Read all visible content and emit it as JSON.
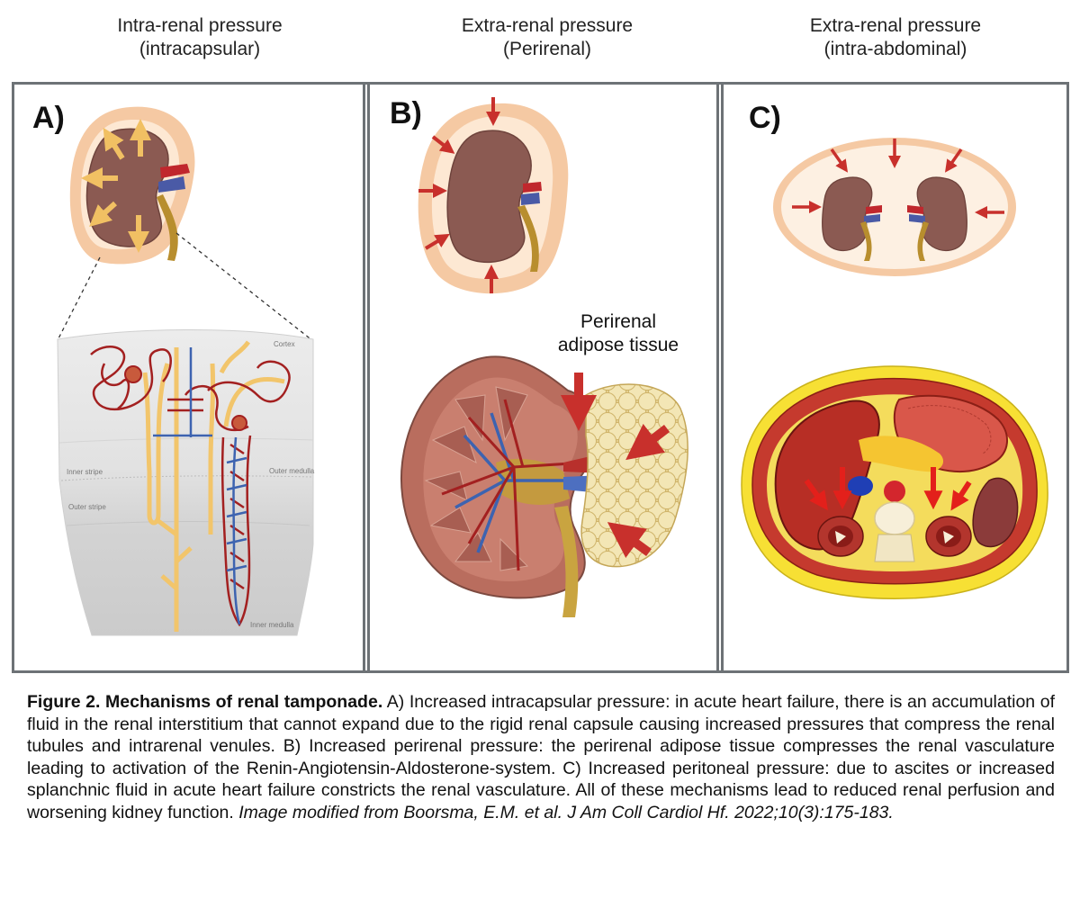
{
  "panels": [
    {
      "header_line1": "Intra-renal pressure",
      "header_line2": "(intracapsular)",
      "letter": "A)"
    },
    {
      "header_line1": "Extra-renal pressure",
      "header_line2": "(Perirenal)",
      "letter": "B)"
    },
    {
      "header_line1": "Extra-renal pressure",
      "header_line2": "(intra-abdominal)",
      "letter": "C)"
    }
  ],
  "nephron_labels": {
    "cortex": "Cortex",
    "inner_stripe": "Inner stripe",
    "outer_medulla": "Outer medulla",
    "outer_stripe": "Outer stripe",
    "inner_medulla": "Inner medulla"
  },
  "perirenal_label_line1": "Perirenal",
  "perirenal_label_line2": "adipose tissue",
  "caption": {
    "title": "Figure 2. Mechanisms of renal tamponade.",
    "body": " A) Increased intracapsular pressure: in acute heart failure, there is an accumulation of fluid in the renal interstitium that cannot expand due to the rigid renal capsule causing increased pressures that compress the renal tubules and intrarenal venules. B) Increased perirenal pressure: the perirenal adipose tissue compresses the renal vasculature leading to activation of the Renin-Angiotensin-Aldosterone-system. C) Increased peritoneal pressure: due to ascites or increased splanchnic fluid in acute heart failure constricts the renal vasculature. All of these mechanisms lead to reduced renal perfusion and worsening kidney function. ",
    "citation": "Image modified from Boorsma, E.M. et al. J Am Coll Cardiol Hf. 2022;10(3):175-183."
  },
  "colors": {
    "frame": "#6d7276",
    "kidney": "#8b5a52",
    "capsule_fat": "#f5c9a3",
    "arrow_yellow": "#f1c063",
    "arrow_red": "#c8302c",
    "tubule": "#f2c56b",
    "vessel_red": "#a32020",
    "vessel_blue": "#3d63b0"
  }
}
